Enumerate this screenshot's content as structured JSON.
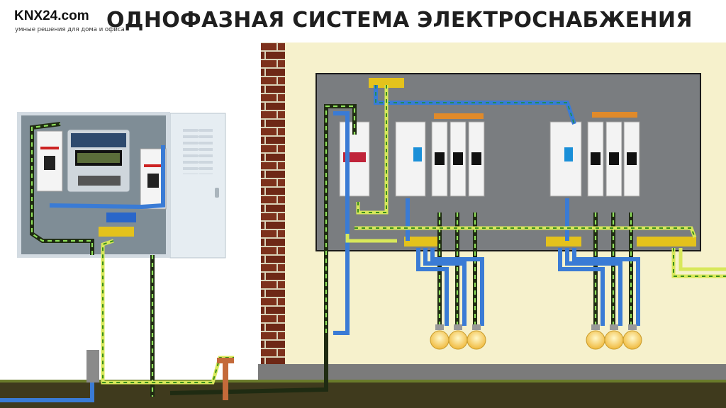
{
  "header": {
    "brand": "KNX24.com",
    "tagline": "умные решения для дома и офиса",
    "title": "ОДНОФАЗНАЯ СИСТЕМА ЭЛЕКТРОСНАБЖЕНИЯ"
  },
  "colors": {
    "phase": "#2b2b2b",
    "neutral": "#3a7bd5",
    "earth": "#b7dc3c",
    "panel": "#7f8d96",
    "wall": "#f6f1cc",
    "brick": "#7a2b1a",
    "ground": "#3f3a1d",
    "breaker_lever": "#1a8fd8",
    "busbar_yellow": "#e4c21c",
    "busbar_blue": "#2a66c9"
  },
  "icons": {
    "ground_rod": "grounding-rod-icon",
    "lamp": "light-bulb-icon",
    "breaker": "circuit-breaker-icon",
    "meter": "electricity-meter-icon",
    "rcd": "rcd-icon"
  }
}
